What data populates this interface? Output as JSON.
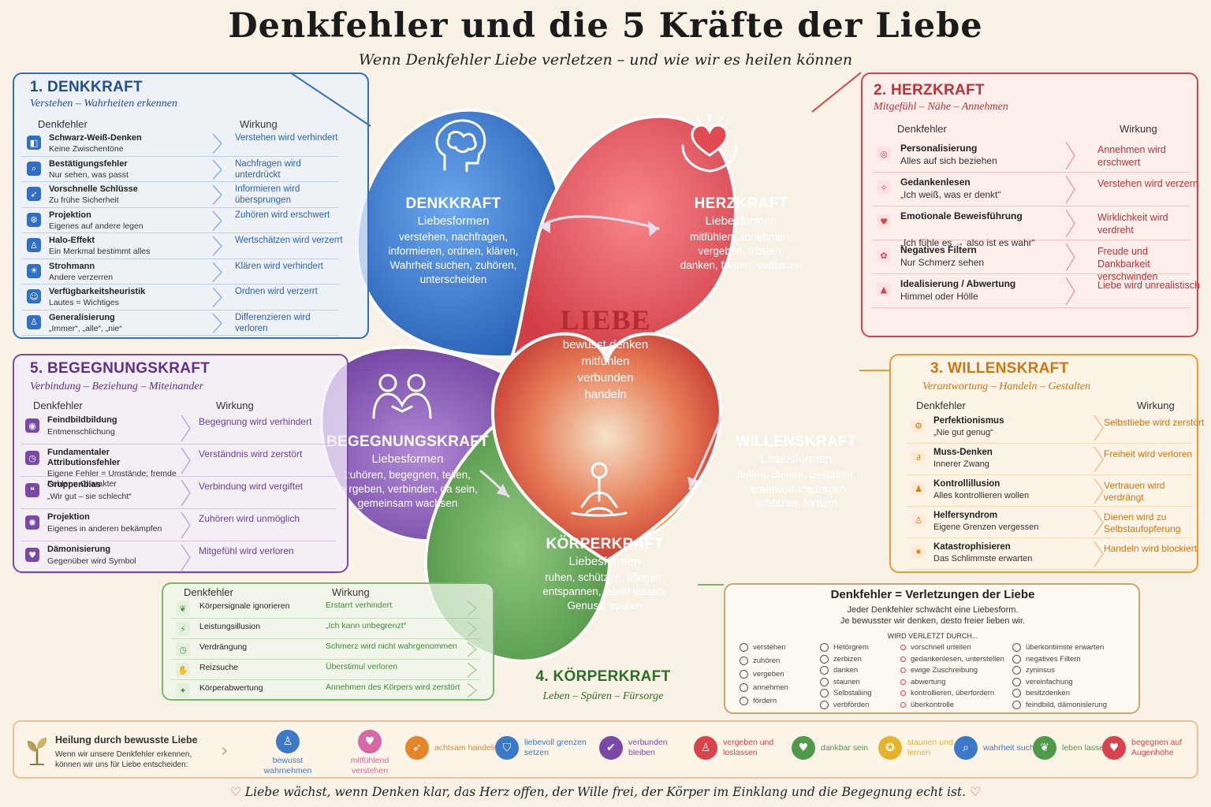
{
  "title": "Denkfehler und die 5 Kräfte der Liebe",
  "subtitle": "Wenn Denkfehler Liebe verletzen – und wie wir es heilen können",
  "colors": {
    "blue": "#2f6fc4",
    "red": "#d9434b",
    "orange": "#ee8a1c",
    "green": "#4f9a48",
    "purple": "#7a49a8",
    "bg": "#f8f1e6"
  },
  "col_labels": {
    "denkfehler": "Denkfehler",
    "wirkung": "Wirkung"
  },
  "denkkraft": {
    "title": "1. DENKKRAFT",
    "subtitle": "Verstehen – Wahrheiten erkennen",
    "rows": [
      {
        "icon": "scale-icon",
        "name": "Schwarz-Weiß-Denken",
        "desc": "Keine Zwischentöne",
        "effect": "Verstehen wird verhindert"
      },
      {
        "icon": "magnifier-icon",
        "name": "Bestätigungsfehler",
        "desc": "Nur sehen, was passt",
        "effect": "Nachfragen wird unterdrückt"
      },
      {
        "icon": "runner-icon",
        "name": "Vorschnelle Schlüsse",
        "desc": "Zu frühe Sicherheit",
        "effect": "Informieren wird übersprungen"
      },
      {
        "icon": "projection-icon",
        "name": "Projektion",
        "desc": "Eigenes auf andere legen",
        "effect": "Zuhören wird erschwert"
      },
      {
        "icon": "person-icon",
        "name": "Halo-Effekt",
        "desc": "Ein Merkmal bestimmt alles",
        "effect": "Wertschätzen wird verzerrt"
      },
      {
        "icon": "sun-icon",
        "name": "Strohmann",
        "desc": "Andere verzerren",
        "effect": "Klären wird verhindert"
      },
      {
        "icon": "head-icon",
        "name": "Verfügbarkeitsheuristik",
        "desc": "Lautes = Wichtiges",
        "effect": "Ordnen wird verzerrt"
      },
      {
        "icon": "person-icon",
        "name": "Generalisierung",
        "desc": "„Immer“, „alle“, „nie“",
        "effect": "Differenzieren wird verloren"
      }
    ]
  },
  "herzkraft": {
    "title": "2. HERZKRAFT",
    "subtitle": "Mitgefühl – Nähe – Annehmen",
    "rows": [
      {
        "icon": "target-icon",
        "name": "Personalisierung",
        "desc": "Alles auf sich beziehen",
        "effect": "Annehmen wird erschwert"
      },
      {
        "icon": "mind-icon",
        "name": "Gedankenlesen",
        "desc": "„Ich weiß, was er denkt“",
        "effect": "Verstehen wird verzerrt"
      },
      {
        "icon": "heart-icon",
        "name": "Emotionale Beweisführung",
        "desc": "„Ich fühle es → also ist es wahr“",
        "effect": "Wirklichkeit wird verdreht"
      },
      {
        "icon": "flower-icon",
        "name": "Negatives Filtern",
        "desc": "Nur Schmerz sehen",
        "effect": "Freude und Dankbarkeit verschwinden"
      },
      {
        "icon": "triangle-icon",
        "name": "Idealisierung / Abwertung",
        "desc": "Himmel oder Hölle",
        "effect": "Liebe wird unrealistisch"
      }
    ]
  },
  "willenskraft": {
    "title": "3. WILLENSKRAFT",
    "subtitle": "Verantwortung – Handeln – Gestalten",
    "rows": [
      {
        "icon": "gear-icon",
        "name": "Perfektionismus",
        "desc": "„Nie gut genug“",
        "effect": "Selbstliebe wird zerstört"
      },
      {
        "icon": "ear-icon",
        "name": "Muss-Denken",
        "desc": "Innerer Zwang",
        "effect": "Freiheit wird verloren"
      },
      {
        "icon": "puppet-icon",
        "name": "Kontrollillusion",
        "desc": "Alles kontrollieren wollen",
        "effect": "Vertrauen wird verdrängt"
      },
      {
        "icon": "helper-icon",
        "name": "Helfersyndrom",
        "desc": "Eigene Grenzen vergessen",
        "effect": "Dienen wird zu Selbstaufopferung"
      },
      {
        "icon": "storm-icon",
        "name": "Katastrophisieren",
        "desc": "Das Schlimmste erwarten",
        "effect": "Handeln wird blockiert"
      }
    ]
  },
  "koerperkraft": {
    "title": "4. KÖRPERKRAFT",
    "subtitle": "Leben – Spüren – Fürsorge",
    "rows": [
      {
        "icon": "leaf-icon",
        "name": "Körpersignale ignorieren",
        "effect": "Erstarrt verhindert"
      },
      {
        "icon": "bolt-icon",
        "name": "Leistungsillusion",
        "effect": "„Ich kann unbegrenzt“"
      },
      {
        "icon": "clock-icon",
        "name": "Verdrängung",
        "effect": "Schmerz wird nicht wahrgenommen"
      },
      {
        "icon": "hand-icon",
        "name": "Reizsuche",
        "effect": "Überstimul verloren"
      },
      {
        "icon": "figure-icon",
        "name": "Körperabwertung",
        "effect": "Annehmen des Körpers wird zerstört"
      }
    ]
  },
  "begegnungskraft": {
    "title": "5. BEGEGNUNGSKRAFT",
    "subtitle": "Verbindung – Beziehung – Miteinander",
    "rows": [
      {
        "icon": "mask-icon",
        "name": "Feindbildbildung",
        "desc": "Entmenschlichung",
        "effect": "Begegnung wird verhindert"
      },
      {
        "icon": "clock-icon",
        "name": "Fundamentaler Attributionsfehler",
        "desc": "Eigene Fehler = Umstände; fremde Fehler = Charakter",
        "effect": "Verständnis wird zerstört"
      },
      {
        "icon": "chat-icon",
        "name": "Gruppenbias",
        "desc": "„Wir gut – sie schlecht“",
        "effect": "Verbindung wird vergiftet"
      },
      {
        "icon": "burst-icon",
        "name": "Projektion",
        "desc": "Eigenes in anderen bekämpfen",
        "effect": "Zuhören wird unmöglich"
      },
      {
        "icon": "heart-icon",
        "name": "Dämonisierung",
        "desc": "Gegenüber wird Symbol",
        "effect": "Mitgefühl wird verloren"
      }
    ]
  },
  "petals": {
    "denk": {
      "icon": "brain-icon",
      "title": "DENKKRAFT",
      "sub": "Liebesformen",
      "body": "verstehen, nachfragen, informieren, ordnen, klären, Wahrheit suchen, zuhören, unterscheiden"
    },
    "herz": {
      "icon": "heart-hands-icon",
      "title": "HERZKRAFT",
      "sub": "Liebesformen",
      "body": "mitfühlen, annehmen, vergeben, trösten, danken, freuen, vertrauen"
    },
    "wille": {
      "icon": "fist-icon",
      "title": "WILLENSKRAFT",
      "sub": "Liebesformen",
      "body": "helfen, dienen, gestalten, Verantwortung tragen, schützen, fördern"
    },
    "koerper": {
      "icon": "meditation-icon",
      "title": "KÖRPERKRAFT",
      "sub": "Liebesformen",
      "body": "ruhen, schützen, pflegen, entspannen, leben lassen, Genuss, spüren"
    },
    "begegnung": {
      "icon": "people-icon",
      "title": "BEGEGNUNGSKRAFT",
      "sub": "Liebesformen",
      "body": "zuhören, begegnen, teilen, vergeben, verbinden, da sein, gemeinsam wachsen"
    }
  },
  "center": {
    "title": "LIEBE",
    "lines": [
      "bewusst denken",
      "mitfühlen",
      "verbunden",
      "handeln"
    ]
  },
  "summary": {
    "title": "Denkfehler = Verletzungen der Liebe",
    "text1": "Jeder Denkfehler schwächt eine Liebesform.",
    "text2": "Je bewusster wir denken, desto freier lieben wir.",
    "legend_head": "WIRD VERLETZT DURCH...",
    "col1": [
      "verstehen",
      "zuhören",
      "vergeben",
      "annehmen",
      "fördern"
    ],
    "col2": [
      "Hetörgrem",
      "zerbizen",
      "danken",
      "staunen",
      "Selbstaliing",
      "verbförden"
    ],
    "col3": [
      "vorschnell urteilen",
      "gedankenlesen, unterstellen",
      "ewige Zuschreibung",
      "abwertung",
      "kontrollieren, überfordern",
      "überkontrolle"
    ],
    "col4": [
      "überkontimste erwarten",
      "negatives Filtern",
      "zyninsus",
      "vereinfachung",
      "besitzdenken",
      "feindbild, dämonisierung"
    ]
  },
  "healing": {
    "title": "Heilung durch bewusste Liebe",
    "text": "Wenn wir unsere Denkfehler erkennen, können wir uns für Liebe entscheiden:",
    "items": [
      {
        "icon": "person-icon",
        "label": "bewusst wahrnehmen",
        "color": "#3d79c9"
      },
      {
        "icon": "heart-icon",
        "label": "mitfühlend verstehen",
        "color": "#d768a5"
      },
      {
        "icon": "runner-icon",
        "label": "achtsam handeln",
        "color": "#e4872b"
      },
      {
        "icon": "shield-icon",
        "label": "liebevoll grenzen setzen",
        "color": "#3d79c9"
      },
      {
        "icon": "check-icon",
        "label": "verbunden bleiben",
        "color": "#7a49a8"
      },
      {
        "icon": "person-icon",
        "label": "vergeben und loslassen",
        "color": "#d9434b"
      },
      {
        "icon": "heart-icon",
        "label": "dankbar sein",
        "color": "#4f9a48"
      },
      {
        "icon": "bulb-icon",
        "label": "staunen und lernen",
        "color": "#e6b42a"
      },
      {
        "icon": "magnifier-icon",
        "label": "wahrheit suchen",
        "color": "#3d79c9"
      },
      {
        "icon": "leaf-icon",
        "label": "leben lassen",
        "color": "#4f9a48"
      },
      {
        "icon": "heart-icon",
        "label": "begegnen auf Augenhöhe",
        "color": "#d9434b"
      }
    ]
  },
  "footer": "Liebe wächst, wenn Denken klar, das Herz offen, der Wille frei, der Körper im Einklang und die Begegnung echt ist."
}
